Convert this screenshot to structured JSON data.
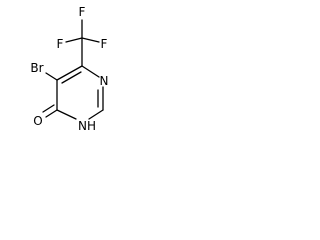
{
  "molecule": {
    "atoms": {
      "f_top": "F",
      "f_left": "F",
      "f_right": "F",
      "br": "Br",
      "n_ring": "N",
      "o": "O",
      "nh": "NH"
    },
    "colors": {
      "bond": "#000000",
      "label": "#000000",
      "background": "#ffffff"
    }
  }
}
